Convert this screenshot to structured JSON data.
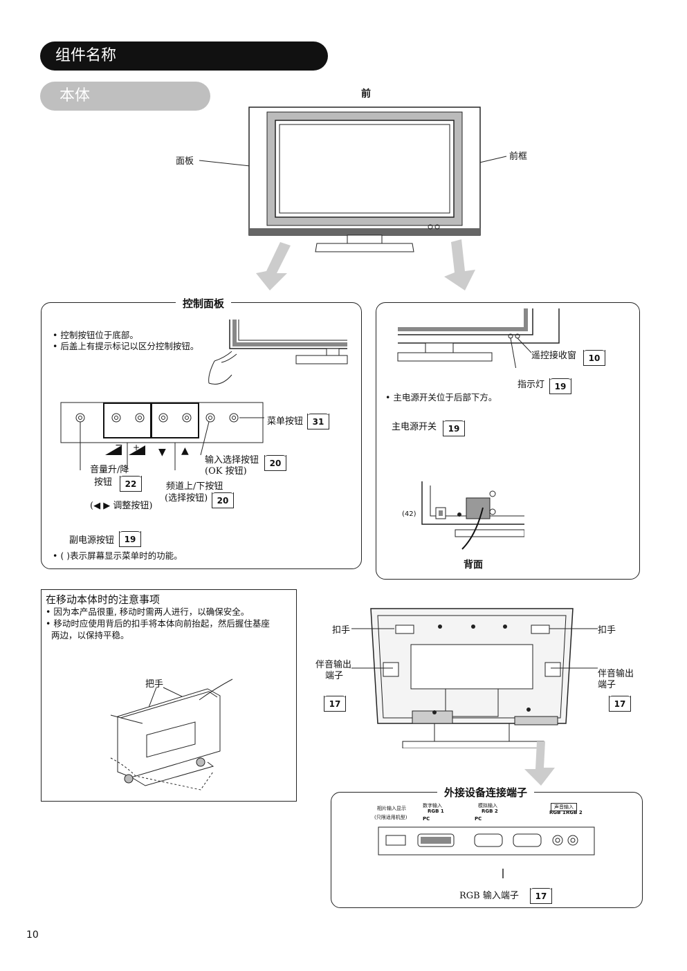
{
  "header": {
    "title": "组件名称",
    "subtitle": "本体"
  },
  "front": {
    "label": "前",
    "panel_label": "面板",
    "bezel_label": "前框"
  },
  "control_panel": {
    "title": "控制面板",
    "bullets": [
      "• 控制按钮位于底部。",
      "• 后盖上有提示标记以区分控制按钮。"
    ],
    "menu_button": "菜单按钮",
    "menu_ref": "31",
    "input_select": "输入选择按钮",
    "input_select_sub": "(OK 按钮)",
    "input_ref": "20",
    "volume": "音量升/降",
    "volume_sub": "按钮",
    "volume_ref": "22",
    "channel": "频道上/下按钮",
    "channel_sub": "(选择按钮)",
    "channel_ref": "20",
    "adjust": "(◀ ▶ 调整按钮)",
    "sub_power": "副电源按钮",
    "sub_power_ref": "19",
    "footnote": "• (   )表示屏幕显示菜单时的功能。",
    "minus": "−",
    "plus": "+",
    "down": "▼",
    "up": "▲"
  },
  "right_panel": {
    "remote_window": "遥控接收窗",
    "remote_ref": "10",
    "indicator": "指示灯",
    "indicator_ref": "19",
    "bullet": "• 主电源开关位于后部下方。",
    "main_power": "主电源开关",
    "main_power_ref": "19",
    "model": "(42)",
    "back_label": "背面"
  },
  "caution": {
    "title": "在移动本体时的注意事项",
    "bullets": [
      "• 因为本产品很重, 移动时需两人进行，以确保安全。",
      "• 移动时应使用背后的扣手将本体向前抬起，然后握住基座",
      "  两边，以保持平稳。"
    ],
    "handle": "把手"
  },
  "rear": {
    "handle_left": "扣手",
    "handle_right": "扣手",
    "audio_out_left_1": "伴音输出",
    "audio_out_left_2": "端子",
    "audio_out_right_1": "伴音输出",
    "audio_out_right_2": "端子",
    "ref_left": "17",
    "ref_right": "17"
  },
  "terminals": {
    "title": "外接设备连接端子",
    "photo_input_1": "相片输入显示",
    "photo_input_2": "(只限适用机型)",
    "digital_in": "数字输入",
    "rgb1": "RGB 1",
    "pc1": "PC",
    "analog_in": "模拟输入",
    "rgb2": "RGB 2",
    "pc2": "PC",
    "audio_in": "声音输入",
    "audio_rgb1": "RGB 1",
    "audio_rgb2": "RGB 2",
    "rgb_input": "RGB 输入端子",
    "rgb_ref": "17"
  },
  "page_number": "10"
}
